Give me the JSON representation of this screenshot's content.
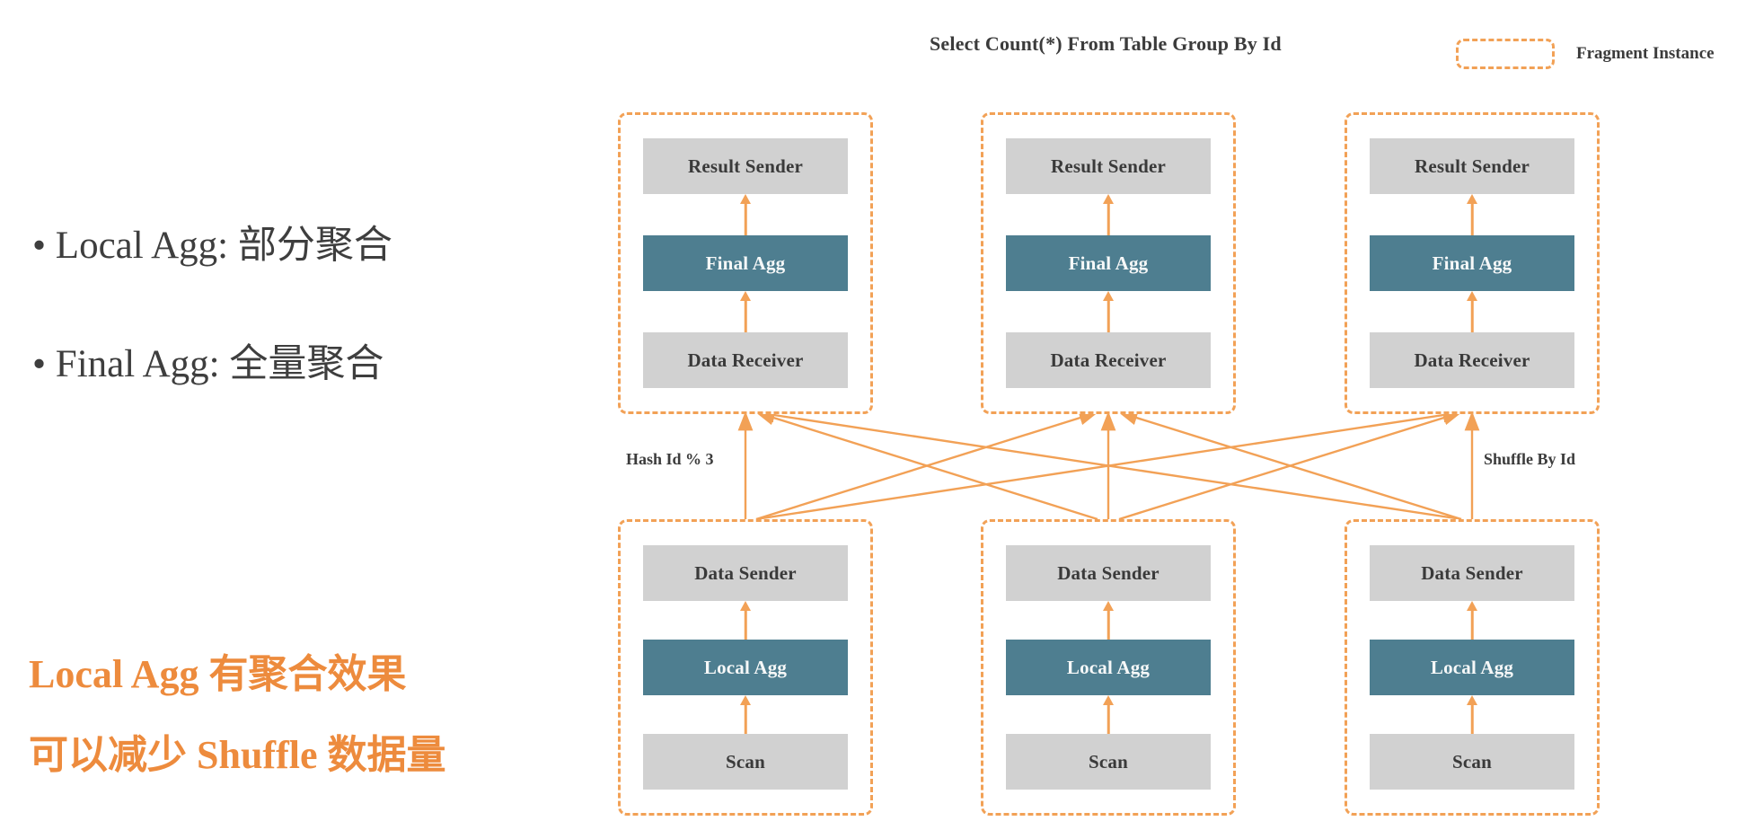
{
  "title": "Select Count(*) From Table Group By Id",
  "legend": {
    "label": "Fragment Instance"
  },
  "notes": {
    "bullets": [
      "• Local Agg: 部分聚合",
      "• Final Agg: 全量聚合"
    ],
    "highlight": [
      "Local Agg 有聚合效果",
      "可以减少 Shuffle 数据量"
    ]
  },
  "edge_labels": {
    "left": "Hash Id % 3",
    "right": "Shuffle By Id"
  },
  "diagram": {
    "top_fragment": {
      "boxes": [
        {
          "label": "Result Sender",
          "style": "gray"
        },
        {
          "label": "Final Agg",
          "style": "teal"
        },
        {
          "label": "Data Receiver",
          "style": "gray"
        }
      ]
    },
    "bottom_fragment": {
      "boxes": [
        {
          "label": "Data Sender",
          "style": "gray"
        },
        {
          "label": "Local Agg",
          "style": "teal"
        },
        {
          "label": "Scan",
          "style": "gray"
        }
      ]
    },
    "top_instance_count": 3,
    "bottom_instance_count": 3
  },
  "colors": {
    "accent_orange": "#F2A156",
    "highlight_orange": "#ED8B3D",
    "teal_box": "#4E7E90",
    "gray_box": "#D1D1D1",
    "dark_text": "#3B3B3B"
  }
}
